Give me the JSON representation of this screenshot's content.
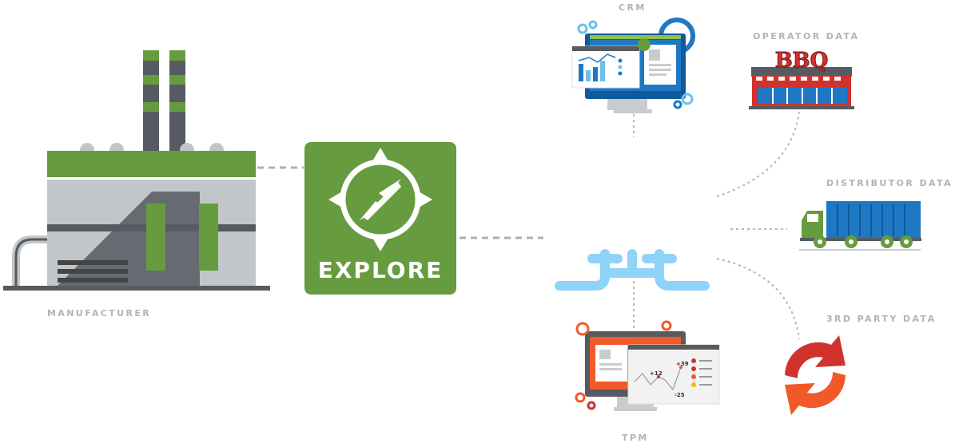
{
  "labels": {
    "manufacturer": "MANUFACTURER",
    "explore": "EXPLORE",
    "crm": "CRM",
    "operator": "OPERATOR DATA",
    "distributor": "DISTRIBUTOR DATA",
    "third_party": "3RD PARTY DATA",
    "tpm": "TPM"
  },
  "sign_text": "BBQ",
  "tpm_chart_labels": {
    "a": "+12",
    "b": "+39",
    "c": "-25"
  },
  "icons": {
    "factory": "factory-icon",
    "explore": "compass-icon",
    "crm": "crm-monitor-icon",
    "operator": "restaurant-building-icon",
    "distributor": "delivery-truck-icon",
    "third_party": "refresh-arrows-icon",
    "tpm": "tpm-monitor-icon",
    "hub": "pipe-connector-icon"
  },
  "colors": {
    "green": "#669b3f",
    "dark_gray": "#555b60",
    "light_gray": "#c3c6c8",
    "blue": "#1f78c3",
    "light_blue": "#8fd3f8",
    "red": "#d1322e",
    "orange": "#f05a28",
    "label": "#b3b3b3"
  }
}
